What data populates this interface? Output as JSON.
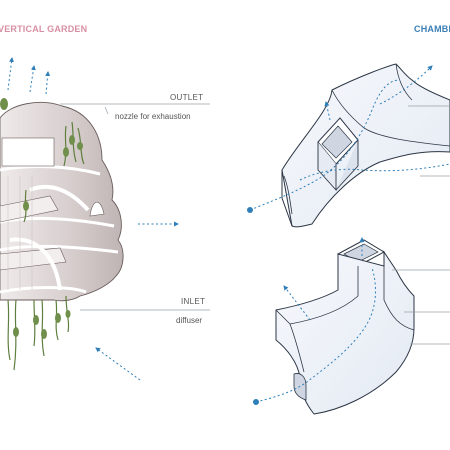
{
  "titles": {
    "left": "VERTICAL GARDEN",
    "right": "CHAMBE"
  },
  "labels": {
    "outlet": "OUTLET",
    "outlet_desc": "nozzle for exhaustion",
    "inlet": "INLET",
    "inlet_desc": "diffuser"
  },
  "colors": {
    "left_title": "#d98fa3",
    "right_title": "#3b7fb6",
    "airflow": "#2f7fb8",
    "chamber_fill": "#eef2f8",
    "chamber_stroke": "#2c3645",
    "tower_fill": "#ddd7d7",
    "plant": "#5f7f3e"
  }
}
